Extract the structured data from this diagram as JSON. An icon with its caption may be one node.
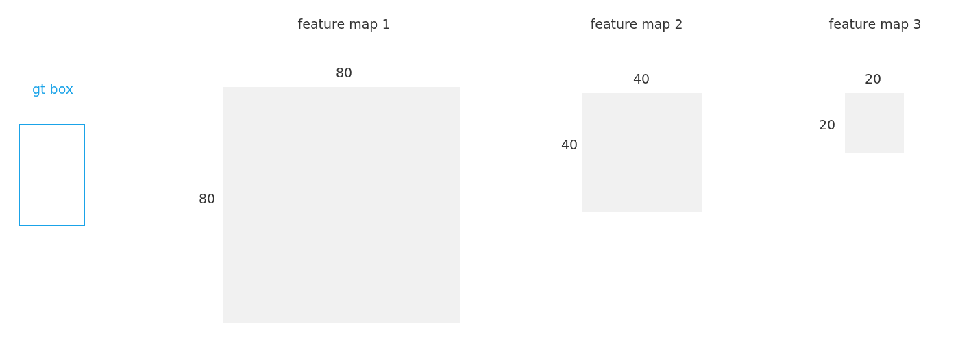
{
  "diagram": {
    "nodes": [
      {
        "text": [
          "gt box"
        ]
      },
      {
        "text": [
          "feature map 1"
        ]
      },
      {
        "text": [
          "feature map 2"
        ]
      },
      {
        "text": [
          "feature map 3"
        ]
      }
    ],
    "labels": [
      "80",
      "40",
      "20",
      "20",
      "40",
      "80"
    ]
  }
}
